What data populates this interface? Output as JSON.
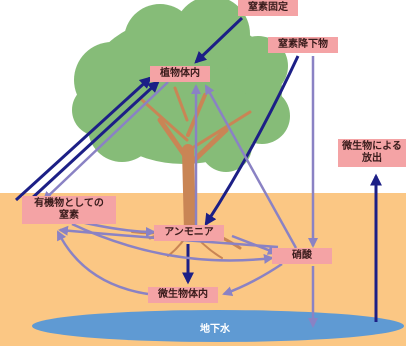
{
  "labels": {
    "nitrogen_fixation": "窒素固定",
    "nitrogen_deposition": "窒素降下物",
    "in_plant": "植物体内",
    "organic_nitrogen": "有機物としての\n窒素",
    "ammonia": "アンモニア",
    "nitric_acid": "硝酸",
    "in_microbe": "微生物体内",
    "microbial_release": "微生物による\n放出",
    "groundwater": "地下水"
  },
  "colors": {
    "soil": "#fbc784",
    "water": "#5f9ad3",
    "label_bg": "#f4a3a5",
    "arrow_dark": "#1c1f86",
    "arrow_light": "#8a82c4",
    "canopy": "#86bc78",
    "trunk": "#c98555"
  }
}
